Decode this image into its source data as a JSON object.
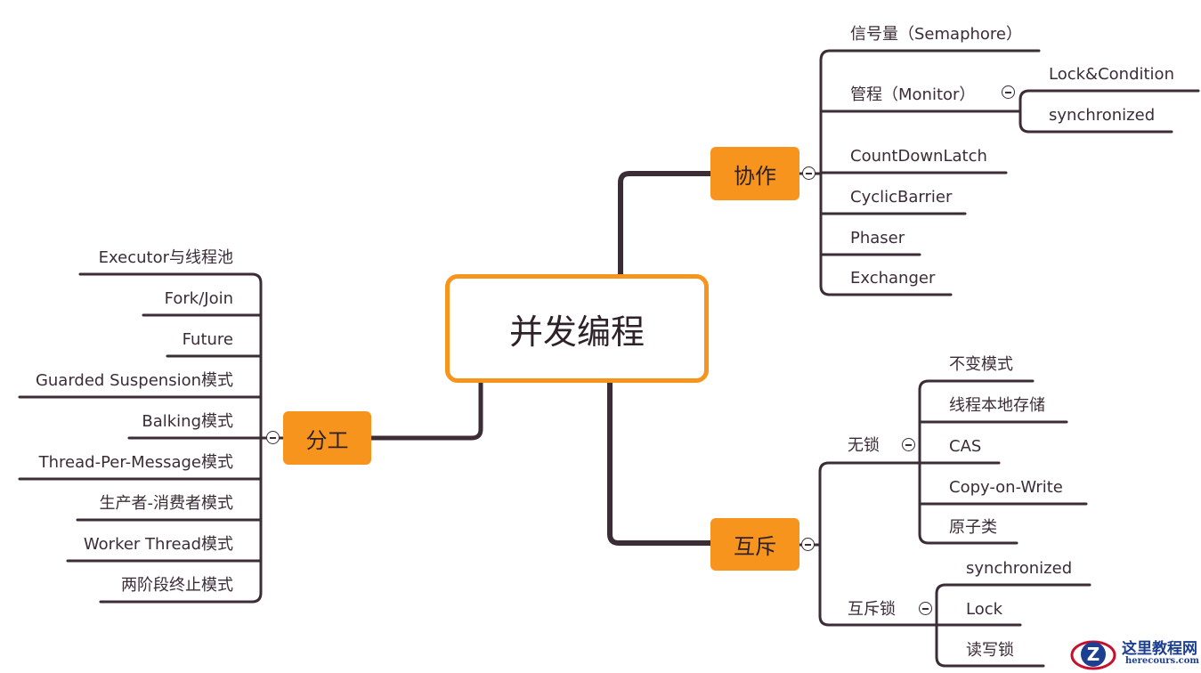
{
  "root": {
    "label": "并发编程"
  },
  "colors": {
    "accent": "#f7941d",
    "line": "#3b2c36"
  },
  "branches": {
    "cooperation": {
      "label": "协作",
      "items": [
        "信号量（Semaphore）",
        "管程（Monitor）",
        "CountDownLatch",
        "CyclicBarrier",
        "Phaser",
        "Exchanger"
      ],
      "monitor_children": [
        "Lock&Condition",
        "synchronized"
      ]
    },
    "division": {
      "label": "分工",
      "items": [
        "Executor与线程池",
        "Fork/Join",
        "Future",
        "Guarded Suspension模式",
        "Balking模式",
        "Thread-Per-Message模式",
        "生产者-消费者模式",
        "Worker Thread模式",
        "两阶段终止模式"
      ]
    },
    "mutex": {
      "label": "互斥",
      "lockfree": {
        "label": "无锁",
        "items": [
          "不变模式",
          "线程本地存储",
          "CAS",
          "Copy-on-Write",
          "原子类"
        ]
      },
      "locks": {
        "label": "互斥锁",
        "items": [
          "synchronized",
          "Lock",
          "读写锁"
        ]
      }
    }
  },
  "watermark": {
    "title": "这里教程网",
    "url": "herecours.com"
  }
}
